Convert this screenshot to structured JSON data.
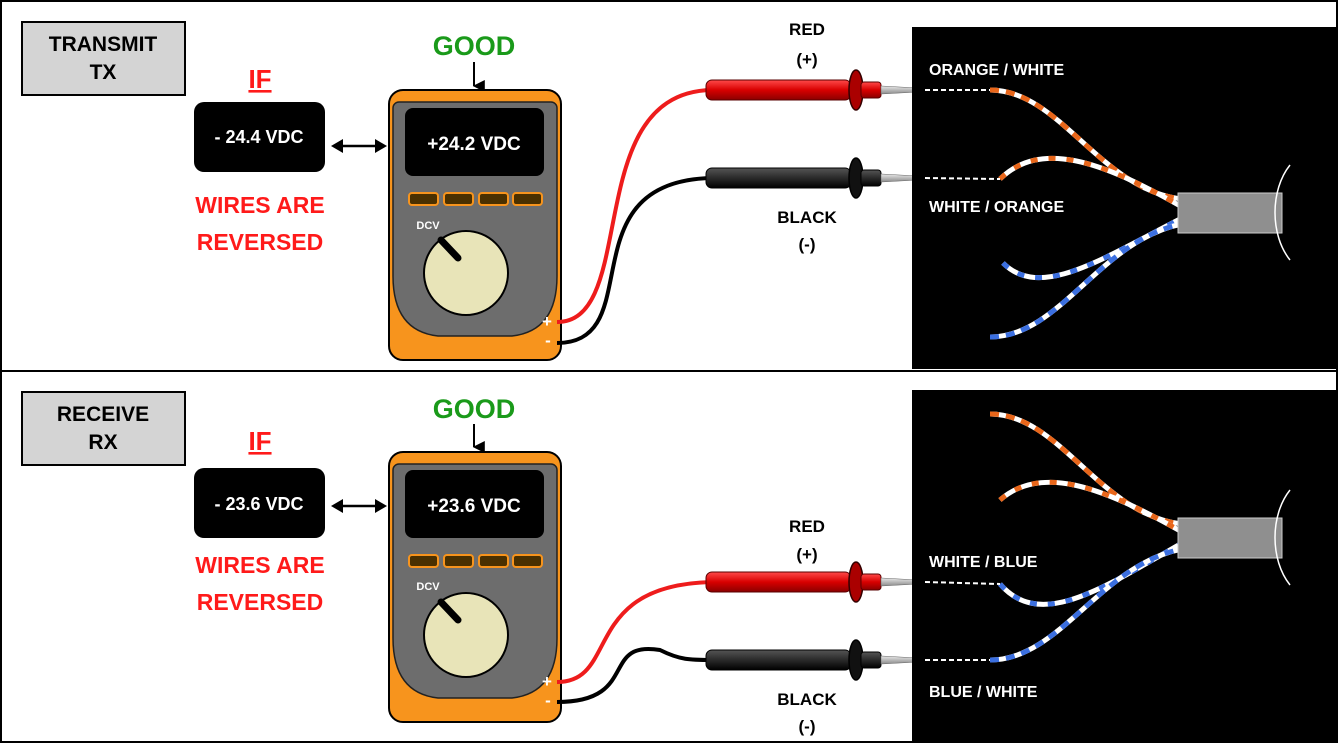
{
  "panels": [
    {
      "mode_label_line1": "TRANSMIT",
      "mode_label_line2": "TX",
      "good_label": "GOOD",
      "if_label": "IF",
      "reversed_reading": "- 24.4 VDC",
      "meter_reading": "+24.2 VDC",
      "dial_label": "DCV",
      "reversed_note_line1": "WIRES ARE",
      "reversed_note_line2": "REVERSED",
      "plus_terminal": "+",
      "minus_terminal": "-",
      "red_probe_line1": "RED",
      "red_probe_line2": "(+)",
      "black_probe_line1": "BLACK",
      "black_probe_line2": "(-)",
      "wire_label_positive": "ORANGE / WHITE",
      "wire_label_negative": "WHITE / ORANGE"
    },
    {
      "mode_label_line1": "RECEIVE",
      "mode_label_line2": "RX",
      "good_label": "GOOD",
      "if_label": "IF",
      "reversed_reading": "- 23.6 VDC",
      "meter_reading": "+23.6 VDC",
      "dial_label": "DCV",
      "reversed_note_line1": "WIRES ARE",
      "reversed_note_line2": "REVERSED",
      "plus_terminal": "+",
      "minus_terminal": "-",
      "red_probe_line1": "RED",
      "red_probe_line2": "(+)",
      "black_probe_line1": "BLACK",
      "black_probe_line2": "(-)",
      "wire_label_positive": "WHITE / BLUE",
      "wire_label_negative": "BLUE / WHITE"
    }
  ],
  "colors": {
    "good": "#1a9a1a",
    "warning": "#ff1a1a",
    "meter_body": "#f7941d",
    "meter_face": "#6d6d6d",
    "dial": "#e8e4b8",
    "orange_wire": "#e8661a",
    "blue_wire": "#3b6fe0",
    "red_lead": "#ee1c1c"
  }
}
